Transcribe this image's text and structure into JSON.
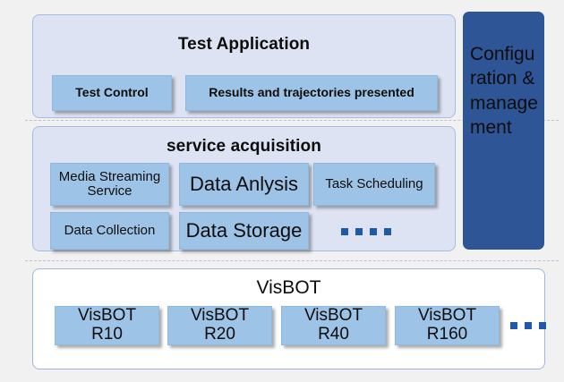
{
  "diagram": {
    "background_color": "#f1f1f1",
    "accent_dark_blue": "#2e5596",
    "accent_box_blue": "#9dc3e6",
    "panel_fill": "#dde3f3",
    "dot_color": "#1f5aa8",
    "layers": [
      {
        "id": "test-application",
        "title": "Test Application",
        "boxes": [
          {
            "label": "Test Control"
          },
          {
            "label": "Results and trajectories presented"
          }
        ]
      },
      {
        "id": "service-acquisition",
        "title": "service acquisition",
        "boxes": [
          {
            "label": "Media Streaming Service"
          },
          {
            "label": "Data Anlysis"
          },
          {
            "label": "Task Scheduling"
          },
          {
            "label": "Data Collection"
          },
          {
            "label": "Data Storage"
          }
        ],
        "ellipsis_count": 4
      },
      {
        "id": "visbot",
        "title": "VisBOT",
        "boxes": [
          {
            "label": "VisBOT\nR10"
          },
          {
            "label": "VisBOT\nR20"
          },
          {
            "label": "VisBOT\nR40"
          },
          {
            "label": "VisBOT\nR160"
          }
        ],
        "ellipsis_count": 3
      }
    ],
    "side_panel": {
      "id": "configuration-management",
      "label": "Configuration & management"
    }
  }
}
